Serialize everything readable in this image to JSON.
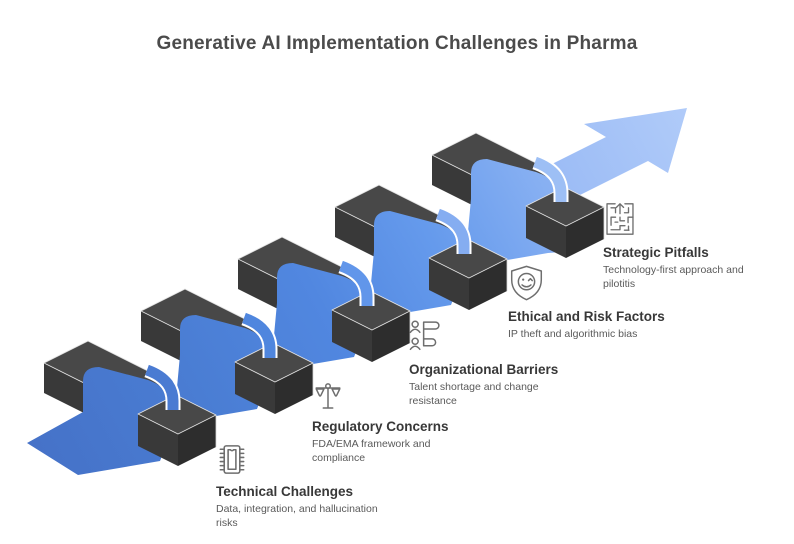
{
  "title": "Generative AI Implementation Challenges in Pharma",
  "items": [
    {
      "heading": "Technical Challenges",
      "description": "Data, integration, and hallucination risks",
      "icon": "chip-icon"
    },
    {
      "heading": "Regulatory Concerns",
      "description": "FDA/EMA framework and compliance",
      "icon": "scales-icon"
    },
    {
      "heading": "Organizational Barriers",
      "description": "Talent shortage and change resistance",
      "icon": "people-org-icon"
    },
    {
      "heading": "Ethical and Risk Factors",
      "description": "IP theft and algorithmic bias",
      "icon": "shield-face-icon"
    },
    {
      "heading": "Strategic Pitfalls",
      "description": "Technology-first approach and pilotitis",
      "icon": "maze-arrow-icon"
    }
  ],
  "colors": {
    "background": "#ffffff",
    "ribbon_start": "#4571c7",
    "ribbon_end": "#a9c7f8",
    "arrow_light_blue": "#a9c7f8",
    "block_top": "#484848",
    "block_front": "#393939",
    "block_end": "#2d2d2d",
    "title_text": "#4b4b4b",
    "heading_text": "#383838",
    "description_text": "#5a5a5a",
    "icon_stroke": "#6e6e6e"
  }
}
